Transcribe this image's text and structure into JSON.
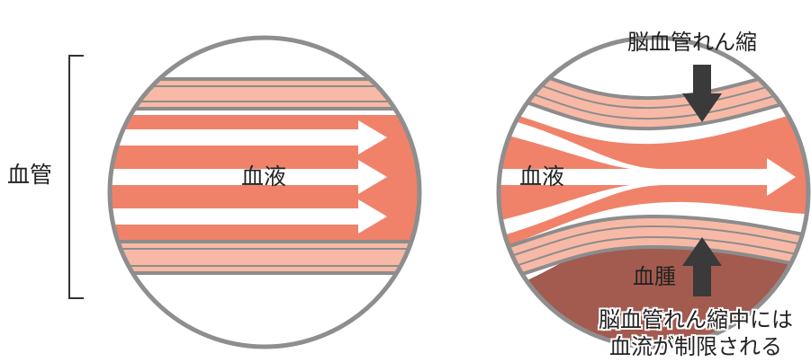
{
  "labels": {
    "vessel": "血管",
    "blood_left": "血液",
    "blood_right": "血液",
    "vasospasm": "脳血管れん縮",
    "hematoma": "血腫",
    "note_line1": "脳血管れん縮中には",
    "note_line2": "血流が制限される"
  },
  "colors": {
    "blood": "#f0826a",
    "vessel_wall": "#f7b9a6",
    "wall_line": "#8c8c8c",
    "hematoma": "#a35a4f",
    "circle_outline": "#8e8e8e",
    "arrow_dark": "#3a3a3a"
  },
  "icons": {
    "flow_arrow": "arrow-right-icon",
    "compress_arrow": "arrow-down-icon",
    "push_arrow": "arrow-up-icon"
  }
}
